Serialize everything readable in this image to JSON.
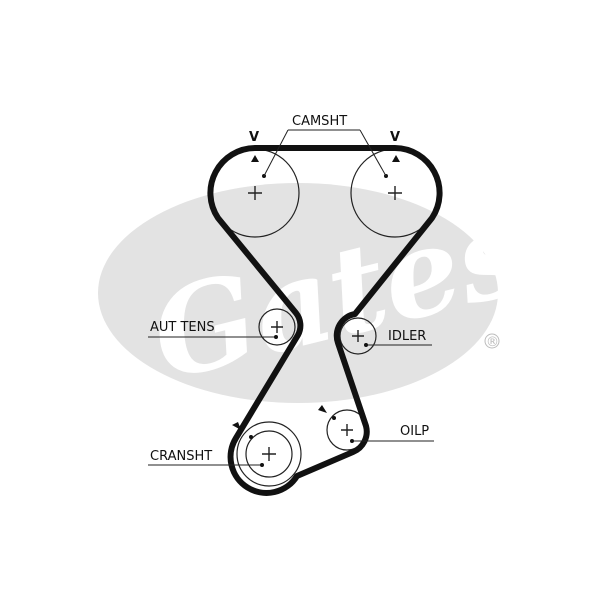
{
  "logo": {
    "text": "Gates",
    "registered": "®",
    "color": "#e3e3e3"
  },
  "labels": {
    "camshaft": "CAMSHT",
    "auto_tensioner": "AUT TENS",
    "idler": "IDLER",
    "crankshaft": "CRANSHT",
    "oil_pump": "OILP"
  },
  "timing_marks": {
    "left": "V",
    "right": "V"
  },
  "colors": {
    "belt": "#111111",
    "line": "#222222",
    "background": "#ffffff"
  }
}
